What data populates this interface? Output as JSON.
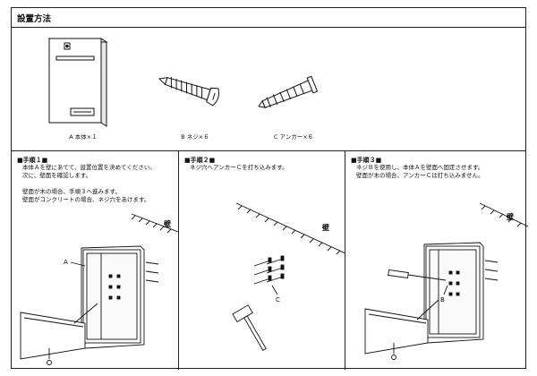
{
  "title": "設置方法",
  "parts": [
    {
      "label": "A 本体×１"
    },
    {
      "label": "B ネジ×６"
    },
    {
      "label": "C アンカー×６"
    }
  ],
  "steps": [
    {
      "heading": "■手順１■",
      "text": "本体Ａを壁にあてて、設置位置を決めてください。\n次に、壁面を確認します。\n\n壁面が木の場合、手順３へ進みます。\n壁面がコンクリートの場合、ネジ穴をあけます。",
      "wall_label": "壁",
      "callout": "A"
    },
    {
      "heading": "■手順２■",
      "text": "ネジ穴へアンカーＣを打ち込みます。",
      "wall_label": "壁",
      "callout": "C"
    },
    {
      "heading": "■手順３■",
      "text": "ネジＢを使用し、本体Ａを壁面へ固定させます。\n壁面が木の場合、アンカーＣは打ち込みません。",
      "wall_label": "壁",
      "callout": "B"
    }
  ]
}
